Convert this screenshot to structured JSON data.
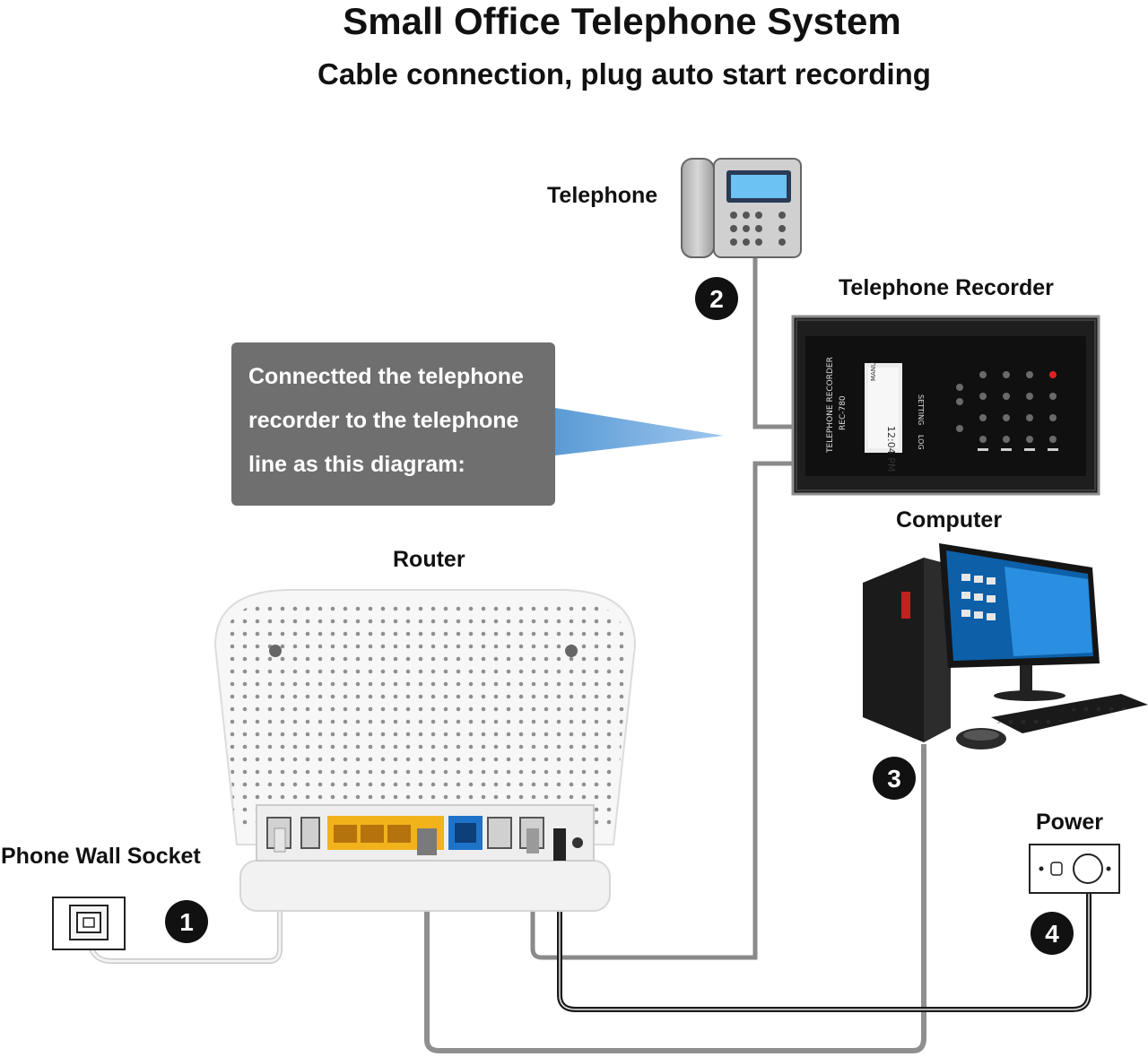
{
  "header": {
    "title": "Small Office Telephone System",
    "subtitle": "Cable connection, plug auto start recording"
  },
  "devices": {
    "telephone": "Telephone",
    "recorder": "Telephone Recorder",
    "computer": "Computer",
    "router": "Router",
    "wall_socket": "Phone Wall Socket",
    "power": "Power"
  },
  "callout": {
    "line1": "Connectted the telephone",
    "line2": "recorder to the telephone",
    "line3": "line as this diagram:"
  },
  "steps": [
    "1",
    "2",
    "3",
    "4"
  ],
  "recorder_panel": {
    "brand": "TELEPHONE RECORDER",
    "model": "REC-780",
    "time": "12:04 PM",
    "menu": "MANU",
    "setting": "SETTING",
    "log": "LOG"
  },
  "colors": {
    "callout_bg": "#6f6f6f",
    "cable_gray": "#8a8a8a",
    "cable_black": "#1a1a1a",
    "cable_white": "#d8d8d8",
    "router_port_yellow": "#f2b21c",
    "router_port_blue": "#1e73c8"
  }
}
